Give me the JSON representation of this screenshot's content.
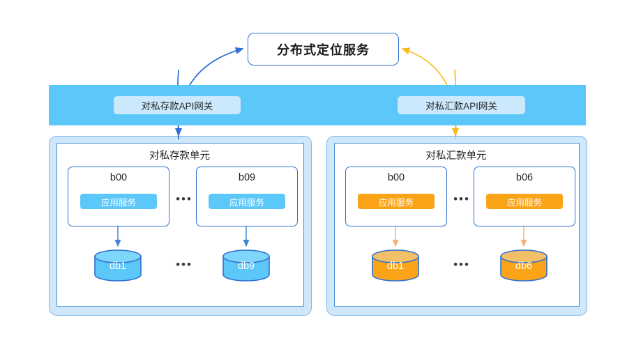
{
  "diagram": {
    "title_box": {
      "label": "分布式定位服务"
    },
    "gateway_band": {
      "left_gateway": "对私存款API网关",
      "right_gateway": "对私汇款API网关"
    },
    "ellipsis": "•••",
    "units": [
      {
        "id": "deposit-unit",
        "title": "对私存款单元",
        "accent": "#5cc8fa",
        "nodes": [
          {
            "name": "b00",
            "service_label": "应用服务"
          },
          {
            "name": "b09",
            "service_label": "应用服务"
          }
        ],
        "databases": [
          {
            "name": "db1"
          },
          {
            "name": "db9"
          }
        ]
      },
      {
        "id": "remittance-unit",
        "title": "对私汇款单元",
        "accent": "#fba418",
        "nodes": [
          {
            "name": "b00",
            "service_label": "应用服务"
          },
          {
            "name": "b06",
            "service_label": "应用服务"
          }
        ],
        "databases": [
          {
            "name": "db1"
          },
          {
            "name": "db6"
          }
        ]
      }
    ],
    "colors": {
      "band_blue": "#5cc8fa",
      "pill_light_blue": "#cbe8fc",
      "shell_blue": "#cfe7fa",
      "border_blue": "#2f6fd0",
      "service_blue": "#5cc8fa",
      "service_orange": "#fba418",
      "arrow_blue": "#2f6fd0",
      "arrow_yellow": "#f5bc1a",
      "db_blue_body": "#5cc8fa",
      "db_orange_body": "#fba418"
    }
  }
}
